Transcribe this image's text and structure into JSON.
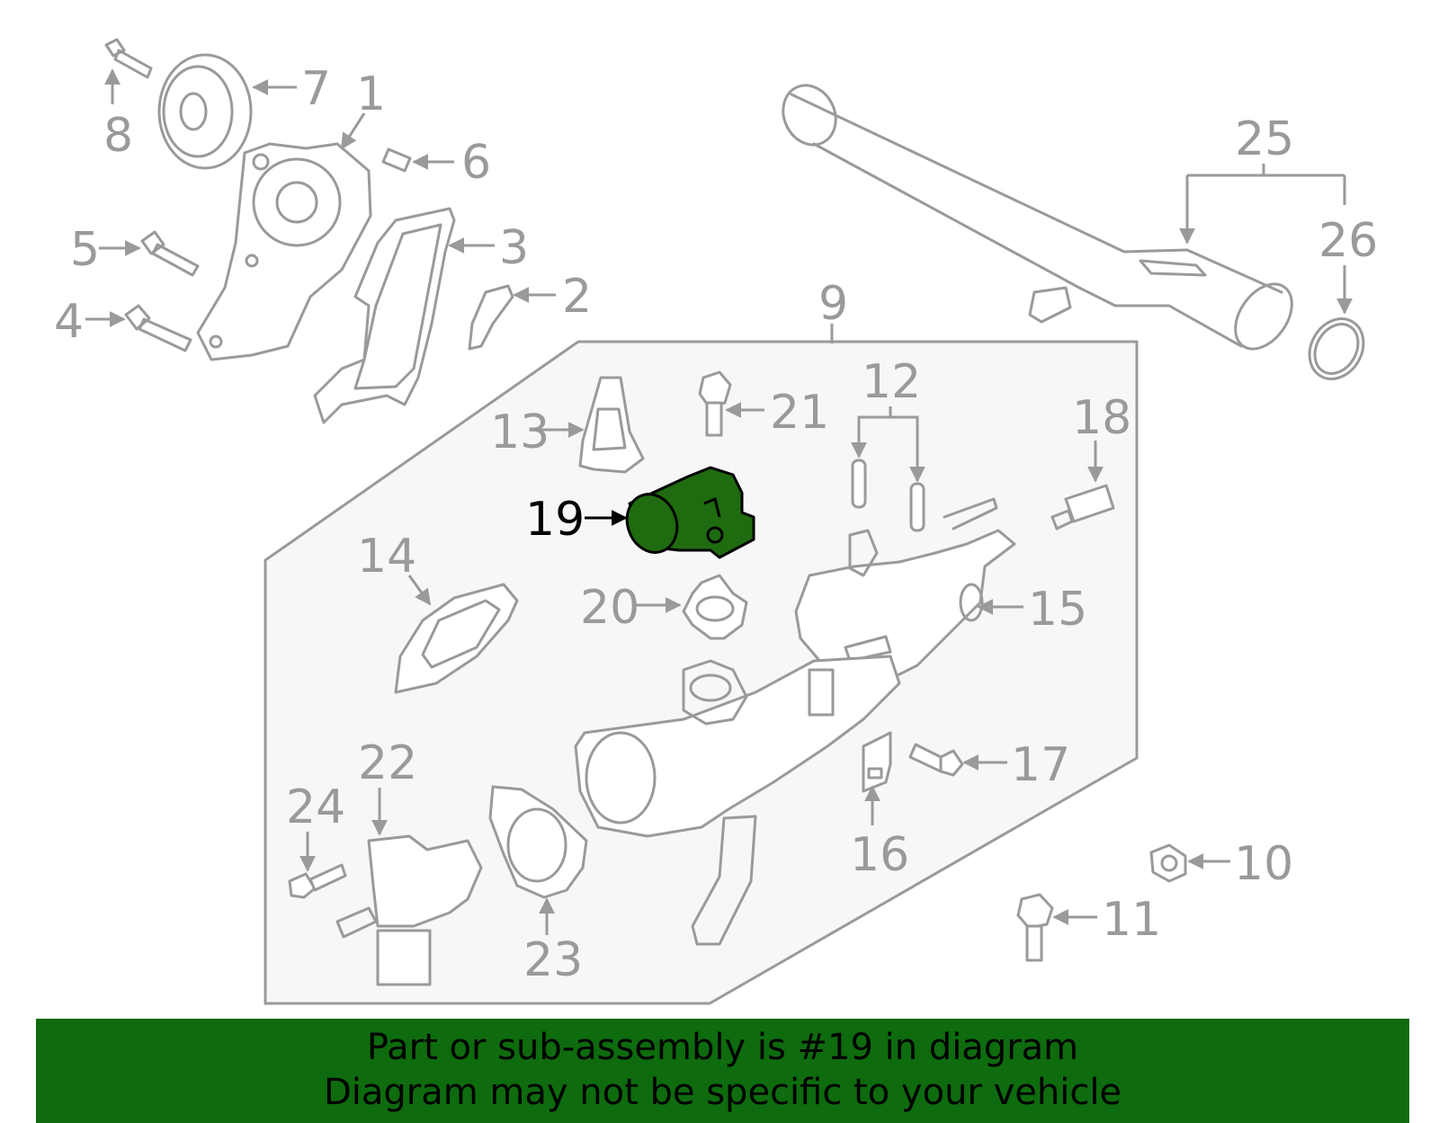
{
  "diagram": {
    "highlight_color": "#1f6b10",
    "banner_color": "#0e6b0e",
    "callouts": [
      "1",
      "2",
      "3",
      "4",
      "5",
      "6",
      "7",
      "8",
      "9",
      "10",
      "11",
      "12",
      "13",
      "14",
      "15",
      "16",
      "17",
      "18",
      "19",
      "20",
      "21",
      "22",
      "23",
      "24",
      "25",
      "26"
    ],
    "highlighted_callout": "19"
  },
  "banner": {
    "line1": "Part or sub-assembly is #19 in diagram",
    "line2": "Diagram may not be specific to your vehicle"
  }
}
